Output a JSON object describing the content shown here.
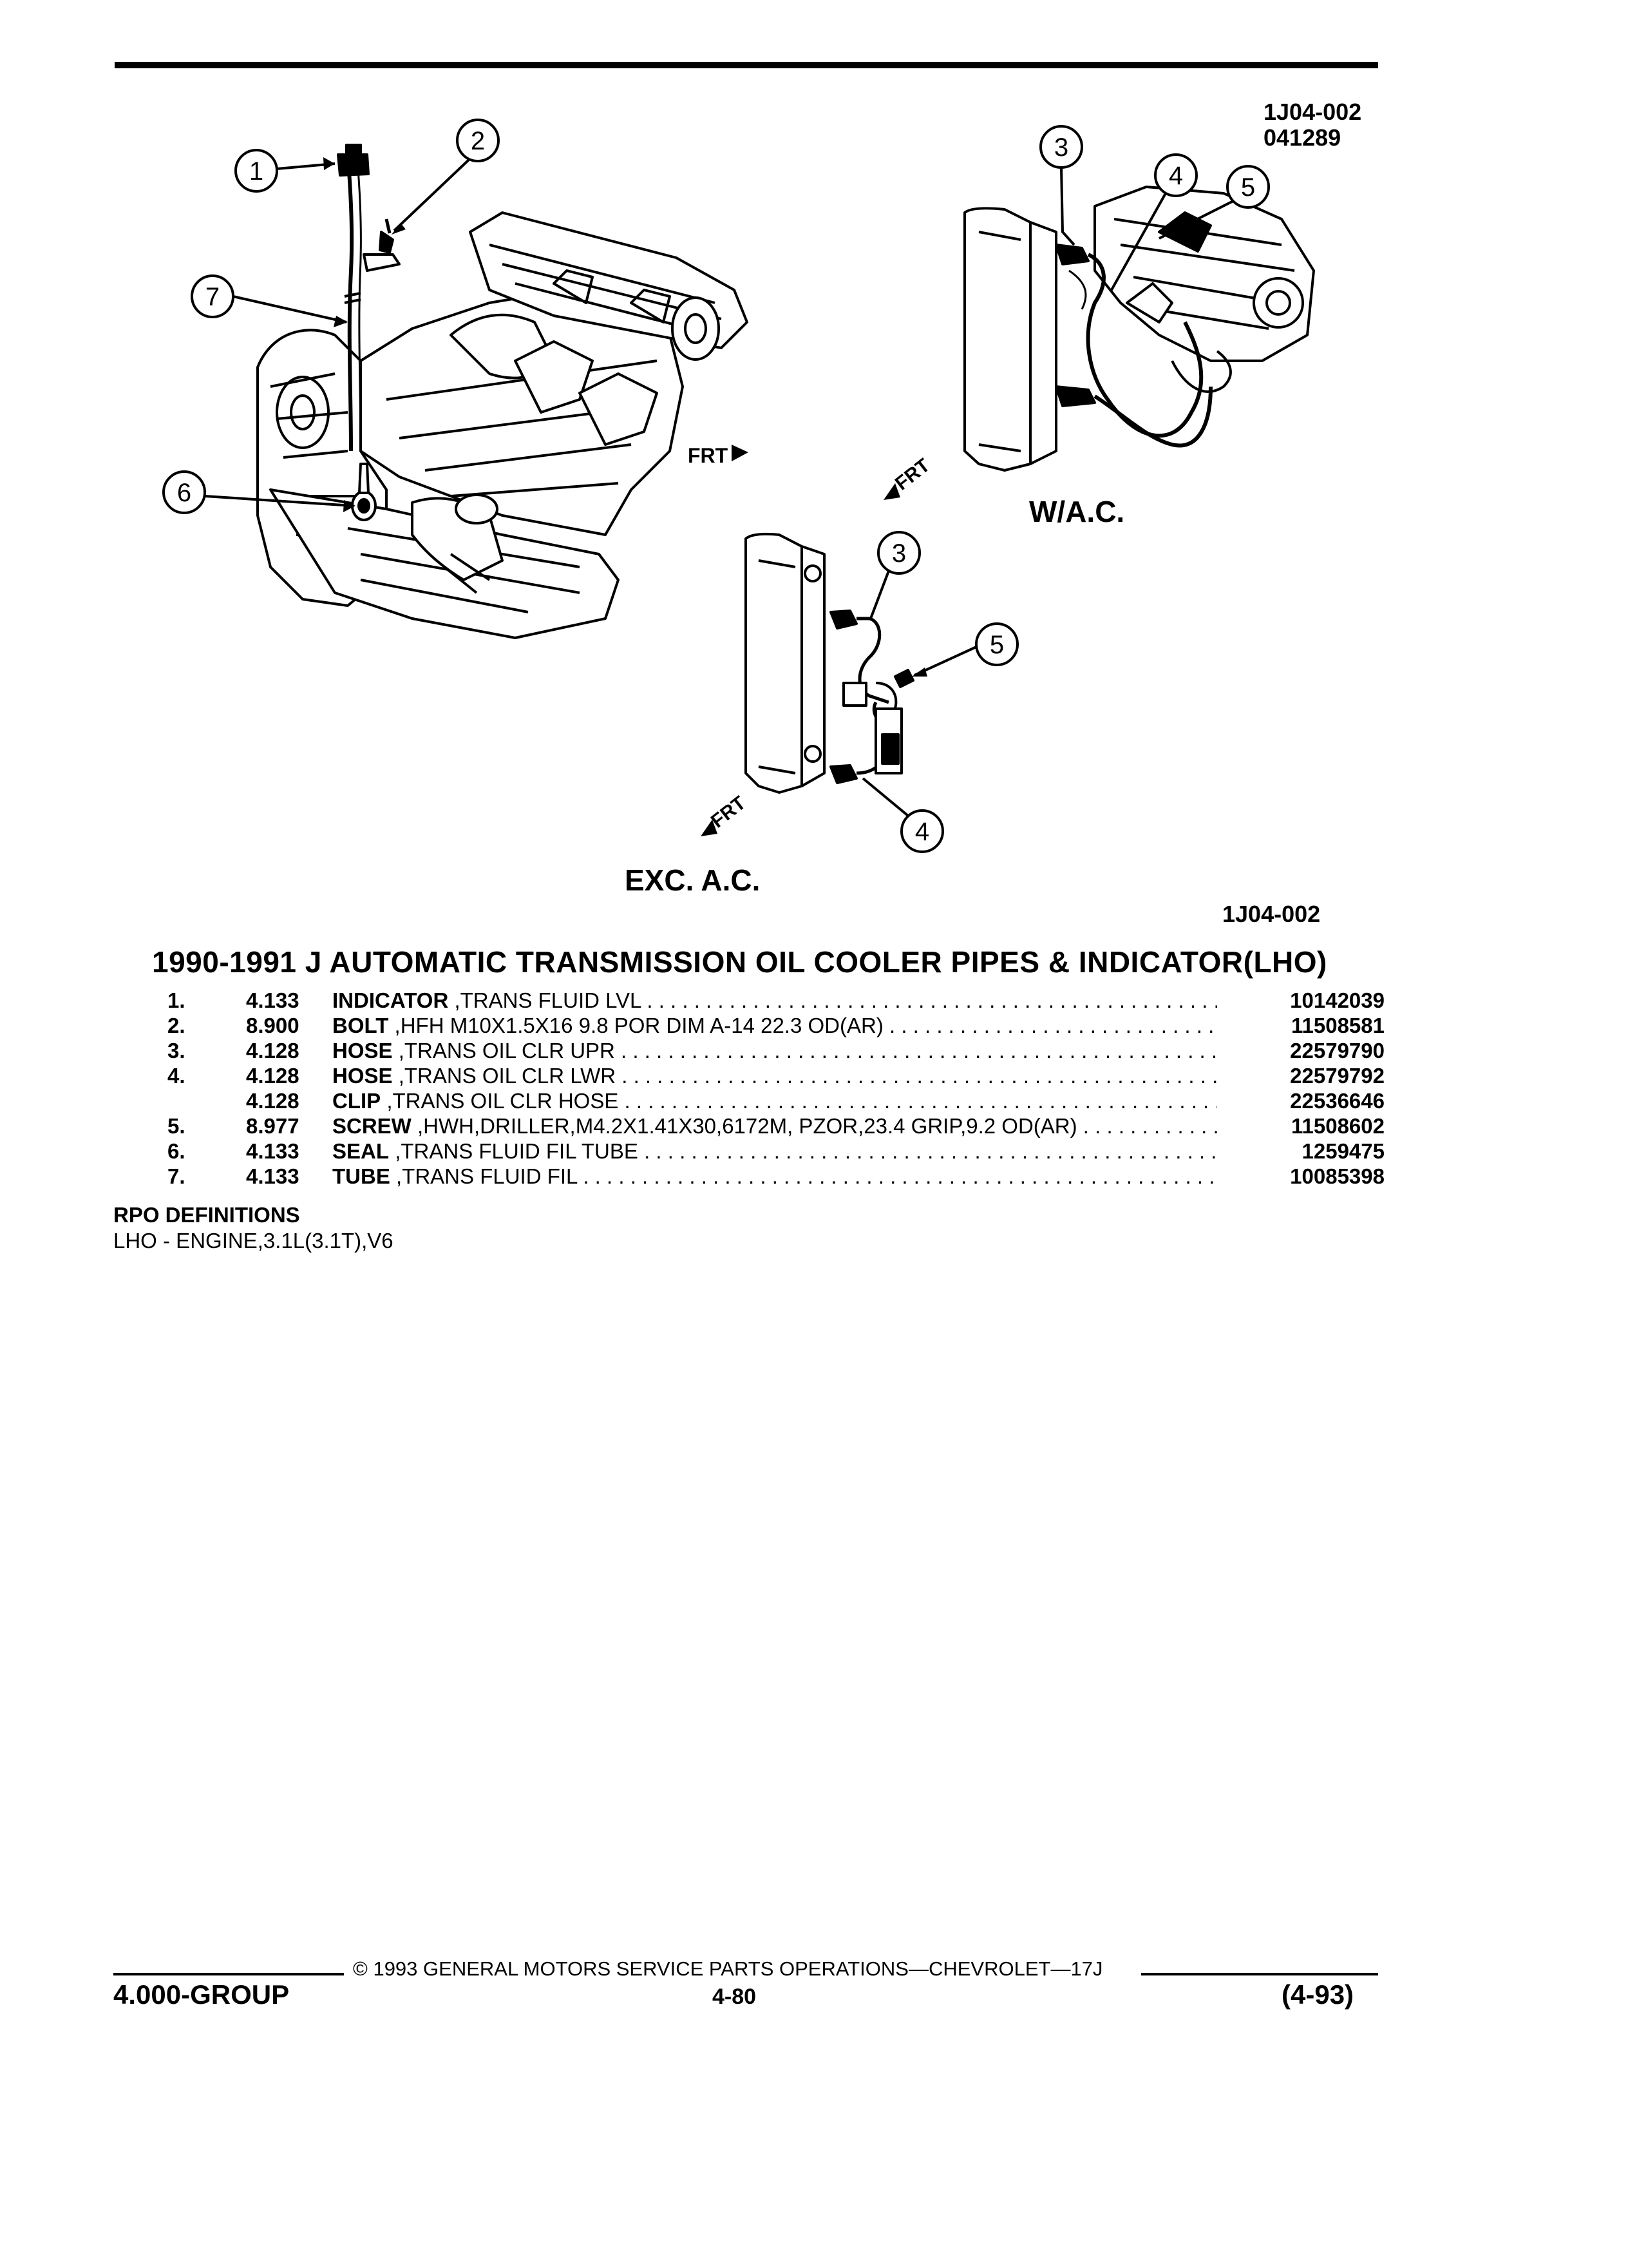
{
  "figure": {
    "id_lines": [
      "1J04-002",
      "041289"
    ],
    "ref": "1J04-002",
    "label_wac": "W/A.C.",
    "label_exc": "EXC. A.C.",
    "frt": "FRT",
    "callouts": [
      "1",
      "2",
      "3",
      "4",
      "5",
      "6",
      "7"
    ]
  },
  "title": "1990-1991 J AUTOMATIC TRANSMISSION OIL COOLER PIPES & INDICATOR(LHO)",
  "parts": [
    {
      "item": "1.",
      "group": "4.133",
      "name": "INDICATOR",
      "desc": ",TRANS FLUID LVL",
      "pn": "10142039"
    },
    {
      "item": "2.",
      "group": "8.900",
      "name": "BOLT",
      "desc": ",HFH M10X1.5X16 9.8 POR DIM A-14 22.3 OD(AR)",
      "pn": "11508581"
    },
    {
      "item": "3.",
      "group": "4.128",
      "name": "HOSE",
      "desc": ",TRANS OIL CLR UPR",
      "pn": "22579790"
    },
    {
      "item": "4.",
      "group": "4.128",
      "name": "HOSE",
      "desc": ",TRANS OIL CLR LWR",
      "pn": "22579792"
    },
    {
      "item": "",
      "group": "4.128",
      "name": "CLIP",
      "desc": ",TRANS OIL CLR HOSE",
      "pn": "22536646"
    },
    {
      "item": "5.",
      "group": "8.977",
      "name": "SCREW",
      "desc": ",HWH,DRILLER,M4.2X1.41X30,6172M, PZOR,23.4 GRIP,9.2 OD(AR)",
      "pn": "11508602"
    },
    {
      "item": "6.",
      "group": "4.133",
      "name": "SEAL",
      "desc": ",TRANS FLUID FIL TUBE",
      "pn": "1259475"
    },
    {
      "item": "7.",
      "group": "4.133",
      "name": "TUBE",
      "desc": ",TRANS FLUID FIL",
      "pn": "10085398"
    }
  ],
  "rpo": {
    "heading": "RPO DEFINITIONS",
    "line": "LHO - ENGINE,3.1L(3.1T),V6"
  },
  "footer": {
    "copyright": "© 1993  GENERAL MOTORS SERVICE PARTS OPERATIONS—CHEVROLET—17J",
    "group": "4.000-GROUP",
    "page": "4-80",
    "date": "(4-93)"
  }
}
